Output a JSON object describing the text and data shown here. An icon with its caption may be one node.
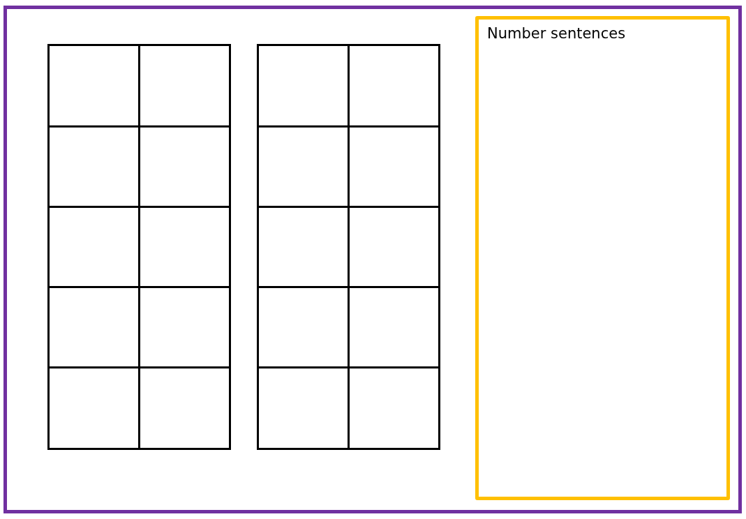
{
  "diagram": {
    "nodes": [
      {
        "text": [],
        "shape": "box"
      },
      {
        "text": [],
        "shape": "box"
      },
      {
        "text": [
          "Number sentences"
        ]
      }
    ]
  }
}
